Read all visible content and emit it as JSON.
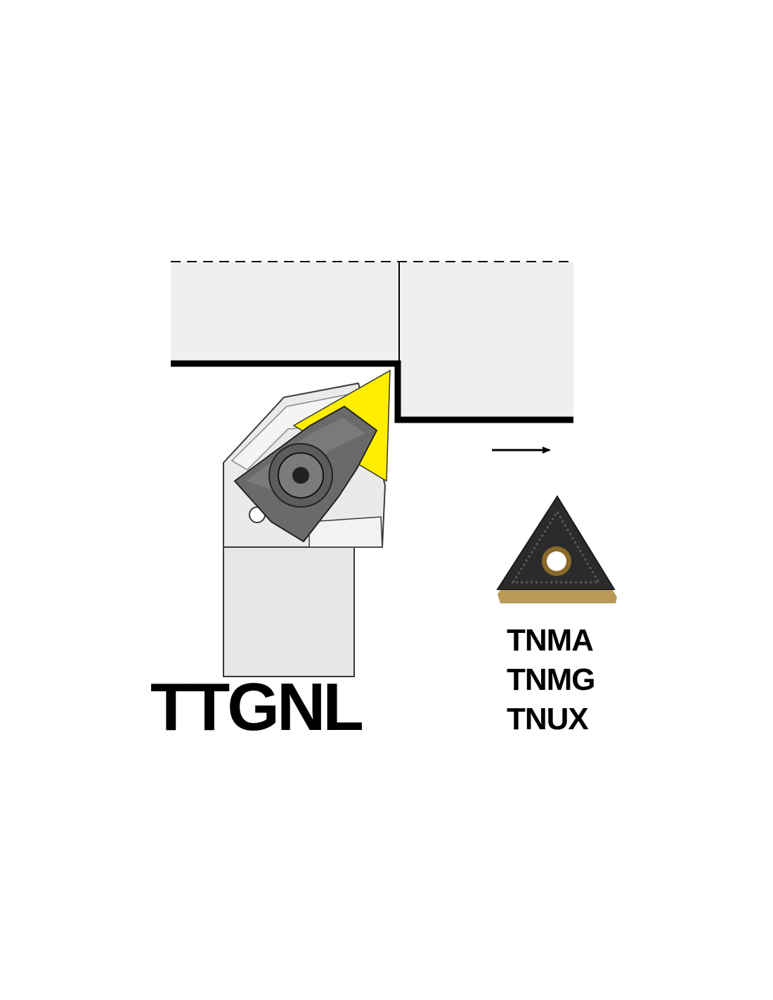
{
  "colors": {
    "workpiece": "#efefef",
    "holder_body": "#e6e6e6",
    "holder_outline": "#3a3a3a",
    "insert_yellow": "#ffee00",
    "clamp": "#6a6a6a",
    "insert_dark": "#2b2b2b",
    "insert_coating": "#b89a55",
    "line": "#000000"
  },
  "icons": {
    "feed_direction": "right-arrow-icon",
    "insert_photo": "triangular-insert-icon"
  },
  "holder": {
    "code": "TTGNL"
  },
  "inserts": {
    "types": [
      "TNMA",
      "TNMG",
      "TNUX"
    ]
  }
}
